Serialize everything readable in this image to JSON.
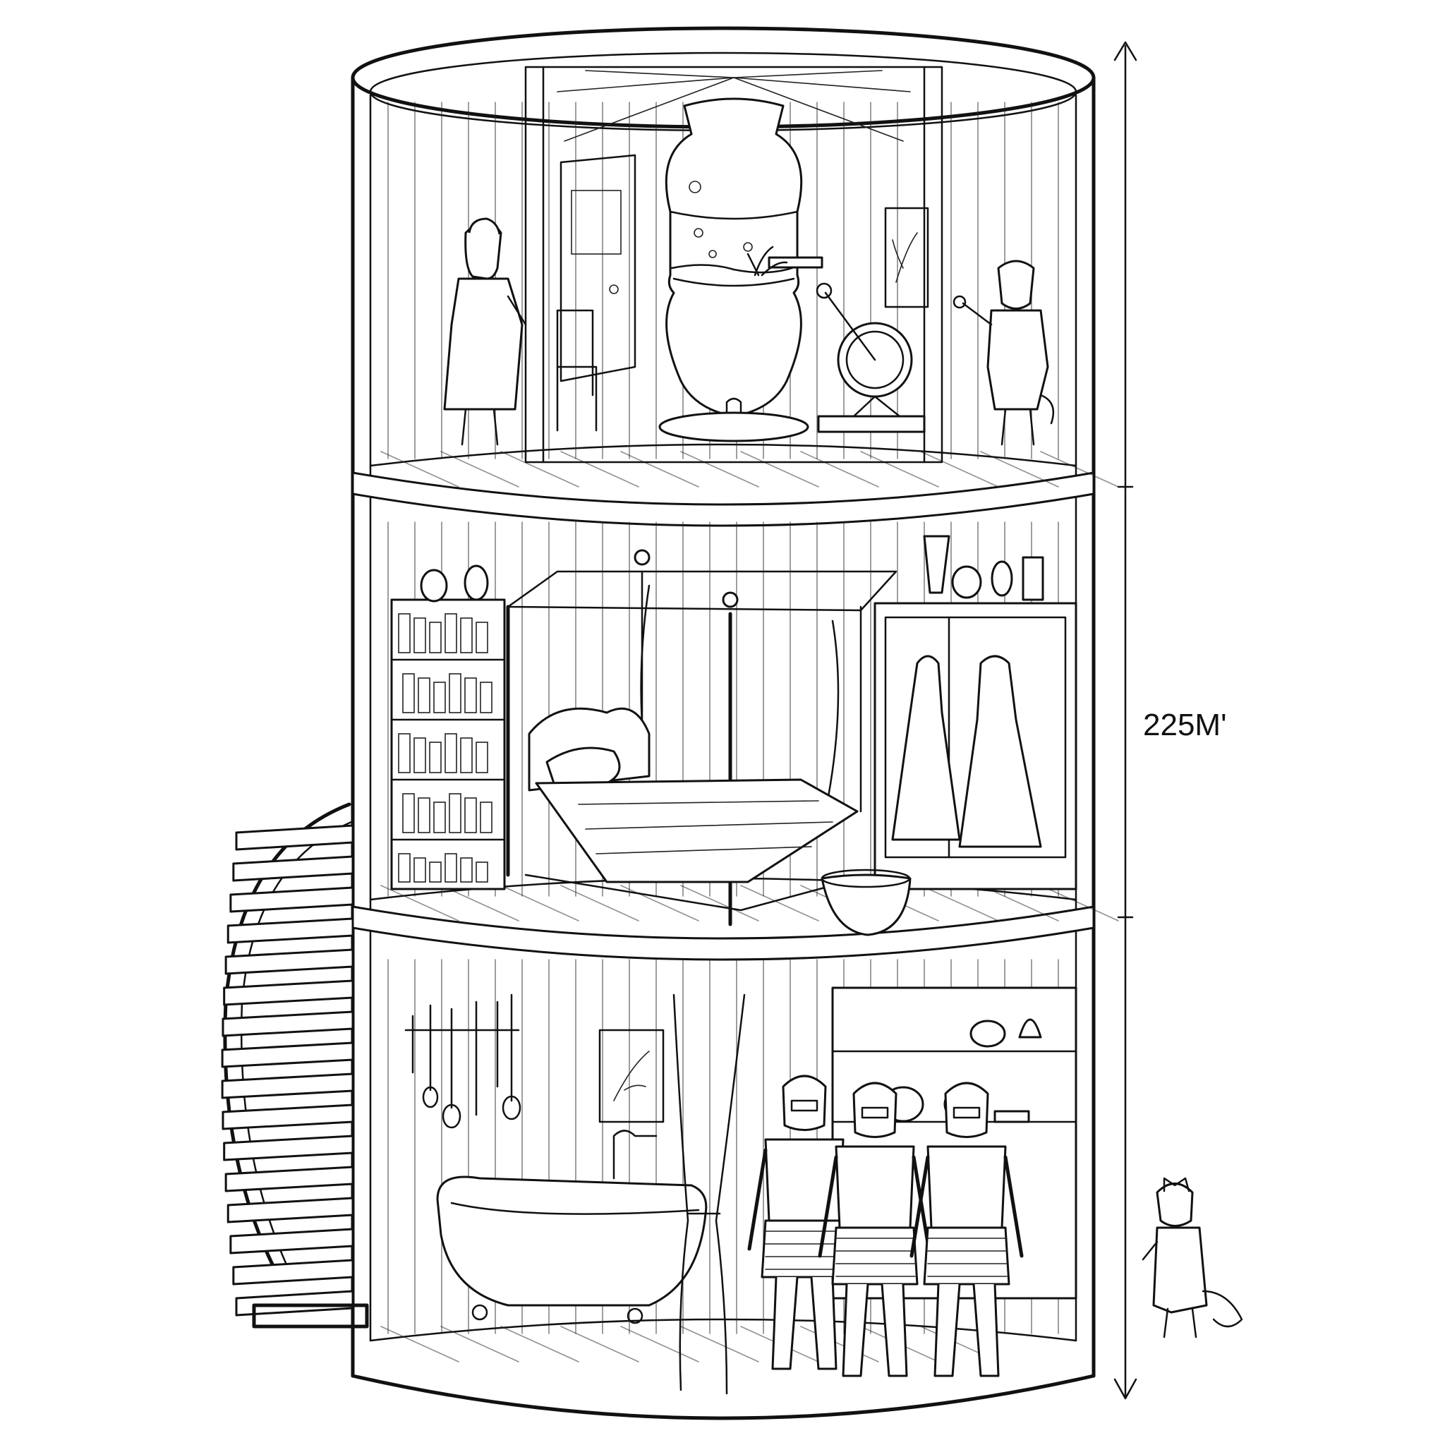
{
  "diagram": {
    "height_label": "225M'",
    "colors": {
      "ink": "#111111",
      "paper": "#ffffff"
    },
    "floors": [
      {
        "name": "top-floor-distillery",
        "objects": [
          "giant-urn",
          "banjo-on-stand",
          "chair",
          "framed-picture",
          "doorway"
        ],
        "figures": 2
      },
      {
        "name": "middle-floor-bedroom",
        "objects": [
          "four-poster-bed",
          "bookshelf",
          "wardrobe-with-dresses",
          "bowl",
          "rug",
          "jars"
        ]
      },
      {
        "name": "bottom-floor-bath-armory",
        "objects": [
          "clawfoot-bathtub",
          "hanging-utensils",
          "curtain",
          "shelves",
          "framed-picture"
        ],
        "figures": 3
      }
    ],
    "outside": [
      "spiral-staircase",
      "small-figure"
    ]
  }
}
